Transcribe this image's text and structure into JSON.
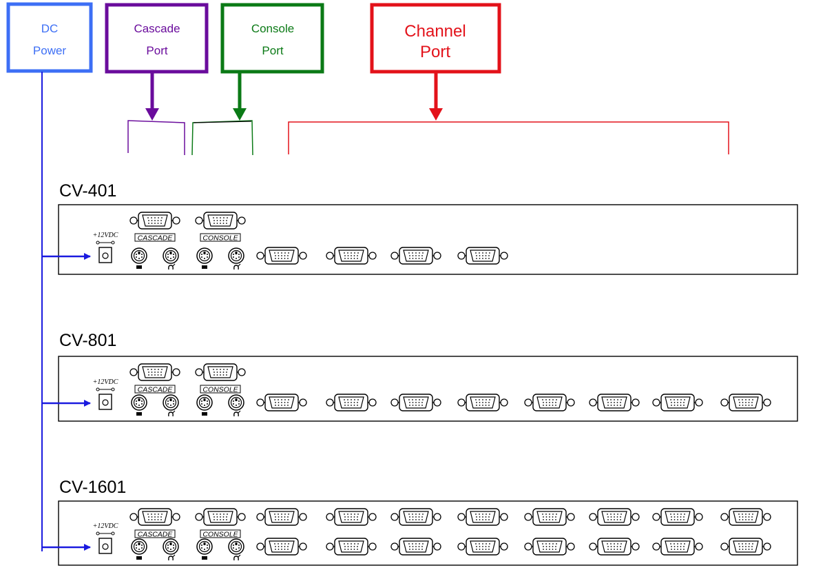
{
  "legend": {
    "dc_power": {
      "line1": "DC",
      "line2": "Power",
      "color": "#3d6ff5"
    },
    "cascade_port": {
      "line1": "Cascade",
      "line2": "Port",
      "color": "#6a0c9c"
    },
    "console_port": {
      "line1": "Console",
      "line2": "Port",
      "color": "#0b7a16"
    },
    "channel_port": {
      "line1": "Channel",
      "line2": "Port",
      "color": "#e3121a"
    }
  },
  "arrow_color": "#1a1adf",
  "models": [
    {
      "name": "CV-401",
      "channel_ports": 4,
      "channel_rows": 1,
      "cascade_label": "CASCADE",
      "console_label": "CONSOLE",
      "power_label": "+12VDC"
    },
    {
      "name": "CV-801",
      "channel_ports": 8,
      "channel_rows": 1,
      "cascade_label": "CASCADE",
      "console_label": "CONSOLE",
      "power_label": "+12VDC"
    },
    {
      "name": "CV-1601",
      "channel_ports": 16,
      "channel_rows": 2,
      "cascade_label": "CASCADE",
      "console_label": "CONSOLE",
      "power_label": "+12VDC"
    }
  ]
}
